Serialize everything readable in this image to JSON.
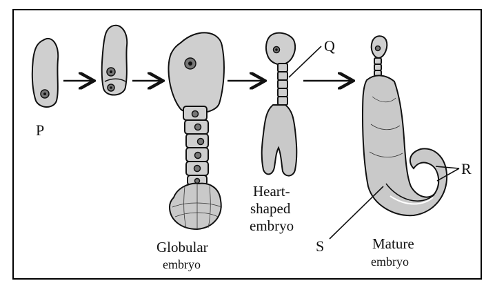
{
  "labels": {
    "p": "P",
    "q": "Q",
    "r": "R",
    "s": "S",
    "globular_line1": "Globular",
    "globular_line2": "embryo",
    "heart_line1": "Heart-",
    "heart_line2": "shaped",
    "heart_line3": "embryo",
    "mature_line1": "Mature",
    "mature_line2": "embryo"
  },
  "colors": {
    "cell_fill": "#cfcfcf",
    "outline": "#111111",
    "frame": "#000000"
  }
}
